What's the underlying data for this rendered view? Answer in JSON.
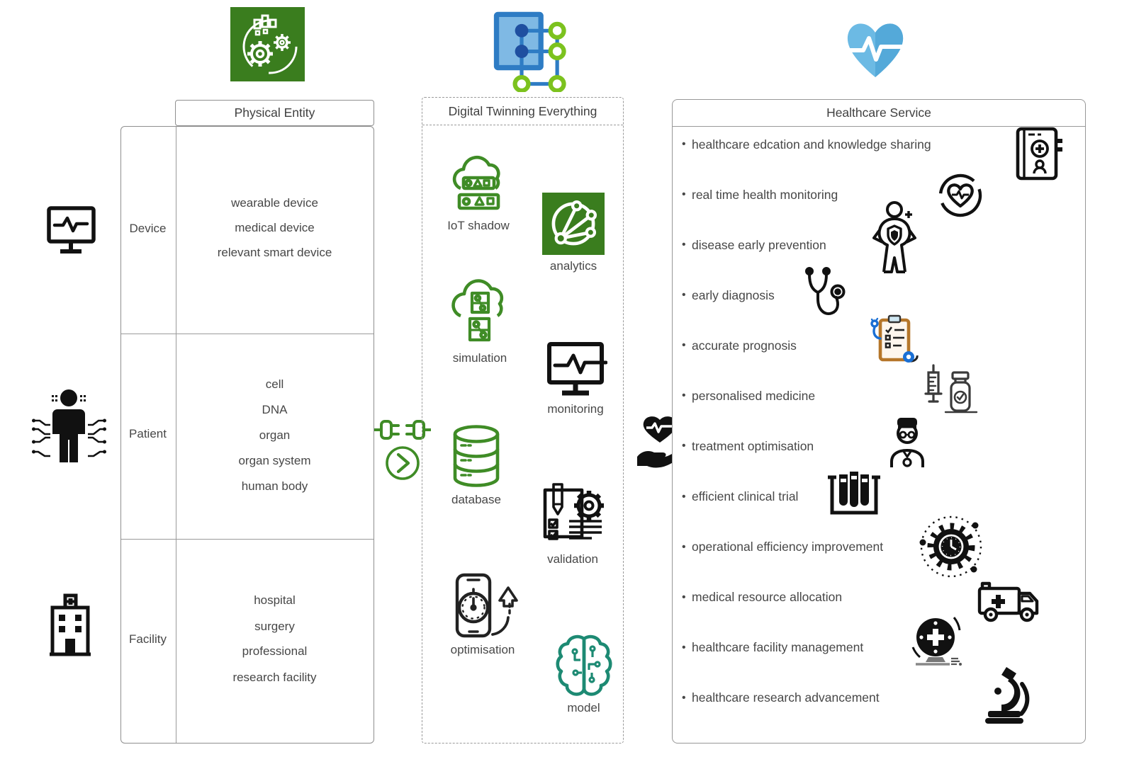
{
  "title": "Digital twin healthcare framework diagram",
  "colors": {
    "green": "#3f8c26",
    "green_fill": "#3a7d1e",
    "teal": "#1d8a73",
    "azure_blue": "#2e7cc4",
    "azure_navy": "#1f4fa0",
    "azure_green": "#7cc21e",
    "heart_blue_light": "#6cbae4",
    "heart_blue_dark": "#54a9d9",
    "icon_black": "#111111",
    "text": "#474747",
    "border": "#8f8f8f"
  },
  "top_icons": [
    "iot-gear-icon",
    "digital-twin-graph-icon",
    "heart-pulse-icon"
  ],
  "physical": {
    "header": "Physical Entity",
    "rows": [
      {
        "label": "Device",
        "icon": "monitor-pulse-icon",
        "items": [
          "wearable device",
          "medical device",
          "relevant smart device"
        ]
      },
      {
        "label": "Patient",
        "icon": "patient-circuit-icon",
        "items": [
          "cell",
          "DNA",
          "organ",
          "organ system",
          "human body"
        ]
      },
      {
        "label": "Facility",
        "icon": "hospital-building-icon",
        "items": [
          "hospital",
          "surgery",
          "professional",
          "research facility"
        ]
      }
    ]
  },
  "connectors": [
    "plug-connect-icon",
    "chevron-circle-icon",
    "hand-heart-icon"
  ],
  "digital": {
    "header": "Digital Twinning Everything",
    "items": [
      {
        "label": "IoT shadow",
        "icon": "iot-shadow-icon"
      },
      {
        "label": "analytics",
        "icon": "analytics-globe-icon"
      },
      {
        "label": "simulation",
        "icon": "simulation-cloud-icon"
      },
      {
        "label": "monitoring",
        "icon": "monitoring-screen-icon"
      },
      {
        "label": "database",
        "icon": "database-cylinder-icon"
      },
      {
        "label": "validation",
        "icon": "validation-checklist-gear-icon"
      },
      {
        "label": "optimisation",
        "icon": "optimisation-phone-icon"
      },
      {
        "label": "model",
        "icon": "brain-circuit-icon"
      }
    ]
  },
  "healthcare": {
    "header": "Healthcare Service",
    "bullet": "•",
    "items": [
      "healthcare edcation and knowledge sharing",
      "real time health monitoring",
      "disease early prevention",
      "early diagnosis",
      "accurate prognosis",
      "personalised medicine",
      "treatment optimisation",
      "efficient clinical trial",
      "operational efficiency improvement",
      "medical resource allocation",
      "healthcare facility management",
      "healthcare research advancement"
    ],
    "icons": [
      "medical-book-icon",
      "heart-circle-icon",
      "person-shield-icon",
      "stethoscope-icon",
      "prognosis-clipboard-icon",
      "syringe-vial-icon",
      "doctor-icon",
      "test-tubes-icon",
      "gear-clock-icon",
      "ambulance-icon",
      "globe-cross-icon",
      "microscope-icon"
    ]
  }
}
